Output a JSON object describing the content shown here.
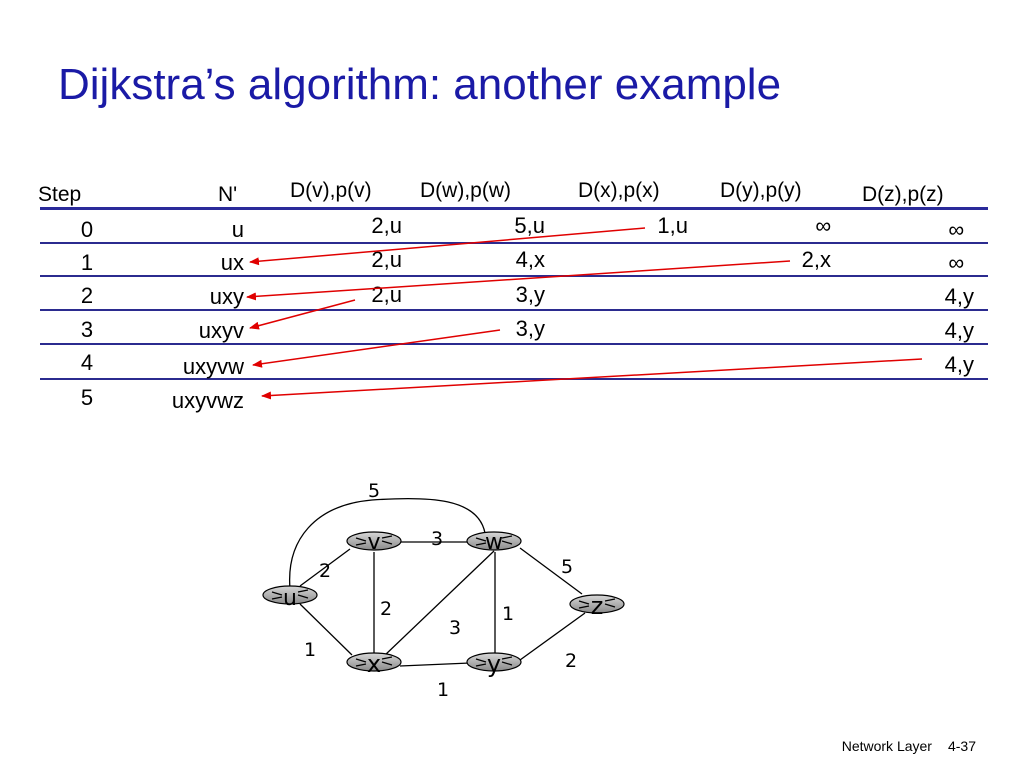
{
  "title": "Dijkstra’s algorithm: another example",
  "table": {
    "headers": {
      "step": "Step",
      "n": "N'",
      "v": "D(v),p(v)",
      "w": "D(w),p(w)",
      "x": "D(x),p(x)",
      "y": "D(y),p(y)",
      "z": "D(z),p(z)"
    },
    "rows": [
      {
        "step": "0",
        "n": "u",
        "v": "2,u",
        "w": "5,u",
        "x": "1,u",
        "y": "∞",
        "z": "∞"
      },
      {
        "step": "1",
        "n": "ux",
        "v": "2,u",
        "w": "4,x",
        "x": "",
        "y": "2,x",
        "z": "∞"
      },
      {
        "step": "2",
        "n": "uxy",
        "v": "2,u",
        "w": "3,y",
        "x": "",
        "y": "",
        "z": "4,y"
      },
      {
        "step": "3",
        "n": "uxyv",
        "v": "",
        "w": "3,y",
        "x": "",
        "y": "",
        "z": "4,y"
      },
      {
        "step": "4",
        "n": "uxyvw",
        "v": "",
        "w": "",
        "x": "",
        "y": "",
        "z": "4,y"
      },
      {
        "step": "5",
        "n": "uxyvwz",
        "v": "",
        "w": "",
        "x": "",
        "y": "",
        "z": ""
      }
    ]
  },
  "graph": {
    "nodes": {
      "u": "u",
      "v": "v",
      "w": "w",
      "x": "x",
      "y": "y",
      "z": "z"
    },
    "edges": {
      "uv": "2",
      "ux": "1",
      "uw": "5",
      "vw": "3",
      "vx": "2",
      "xw": "3",
      "xy": "1",
      "wy": "1",
      "wz": "5",
      "yz": "2"
    }
  },
  "colors": {
    "title": "#1a1aa6",
    "rule": "#2b2b8f",
    "arrow": "#e00000"
  },
  "footer": {
    "section": "Network Layer",
    "page": "4-37"
  }
}
